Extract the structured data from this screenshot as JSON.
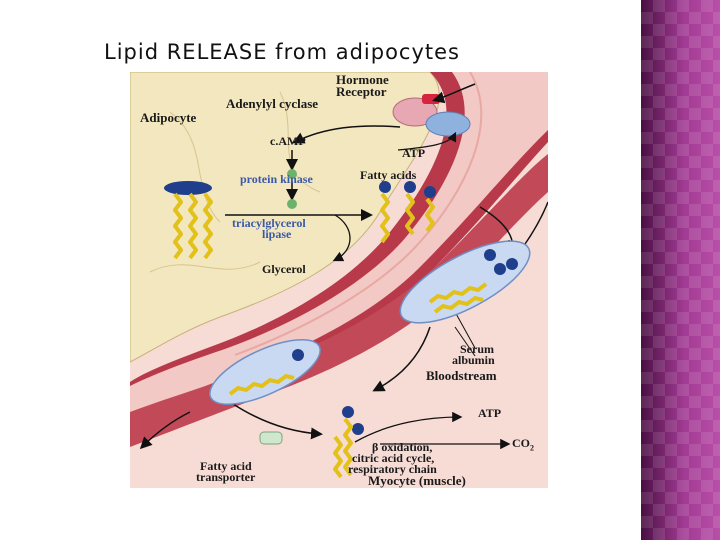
{
  "title": "Lipid RELEASE from adipocytes",
  "labels": {
    "hormone": "Hormone",
    "receptor": "Receptor",
    "adenylyl_cyclase": "Adenylyl cyclase",
    "adipocyte": "Adipocyte",
    "camp": "c.AMP",
    "atp_top": "ATP",
    "protein_kinase": "protein kinase",
    "fatty_acids": "Fatty acids",
    "tag_lipase_1": "triacylglycerol",
    "tag_lipase_2": "lipase",
    "glycerol": "Glycerol",
    "serum_1": "Serum",
    "serum_2": "albumin",
    "bloodstream": "Bloodstream",
    "atp_bottom": "ATP",
    "co2": "CO",
    "co2_sub": "2",
    "beta_1": "β oxidation,",
    "beta_2": "citric acid cycle,",
    "beta_3": "respiratory chain",
    "transporter_1": "Fatty acid",
    "transporter_2": "transporter",
    "myocyte": "Myocyte (muscle)"
  },
  "colors": {
    "adipocyte": "#f3e7bf",
    "vessel_wall": "#b83a4a",
    "vessel_lumen": "#f2c9c4",
    "myocyte": "#f7dcd6",
    "fatty_acid": "#e2c21a",
    "head": "#1f3f8c",
    "albumin": "#c9d9f2",
    "arrow": "#111111",
    "sidebar": "#8e2f82"
  }
}
